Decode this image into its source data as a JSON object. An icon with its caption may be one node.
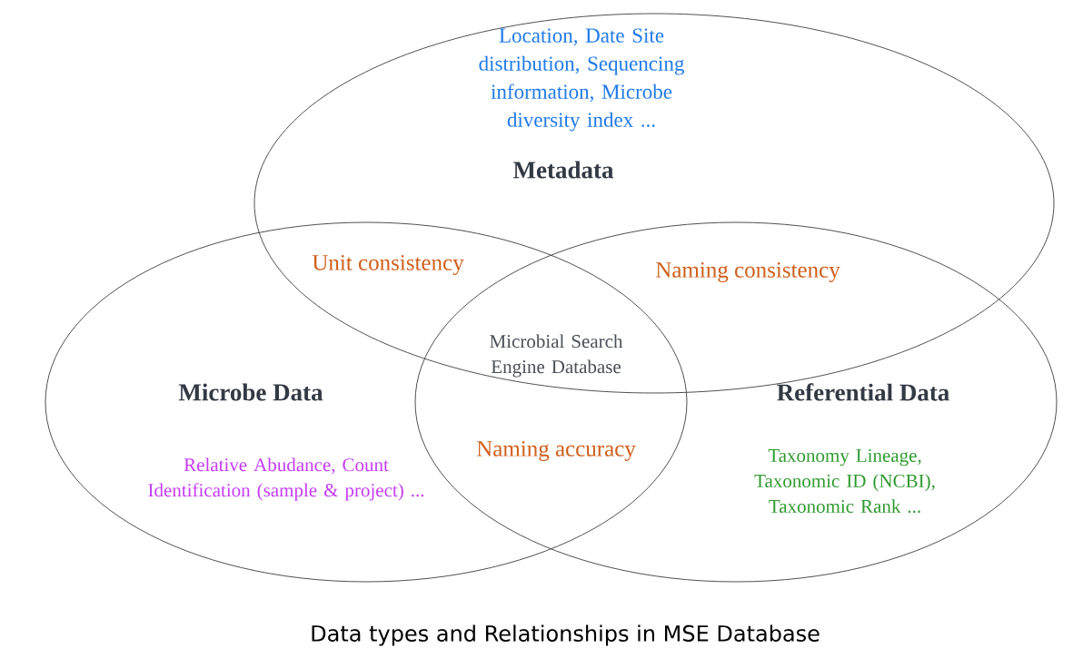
{
  "diagram": {
    "caption": "Data types and Relationships in MSE Database",
    "nodes": [
      {
        "text": [
          "Location, Date Site distribution, Sequencing information, Microbe diversity index ...",
          "Metadata"
        ]
      },
      {
        "text": [
          "Microbe Data",
          "Relative Abudance, Count Identification (sample & project) ..."
        ]
      },
      {
        "text": [
          "Referential Data",
          "Taxonomy Lineage, Taxonomic ID (NCBI), Taxonomic Rank ..."
        ]
      }
    ],
    "labels": [
      "Unit consistency",
      "Naming consistency",
      "Microbial Search Engine Database",
      "Naming accuracy"
    ]
  }
}
